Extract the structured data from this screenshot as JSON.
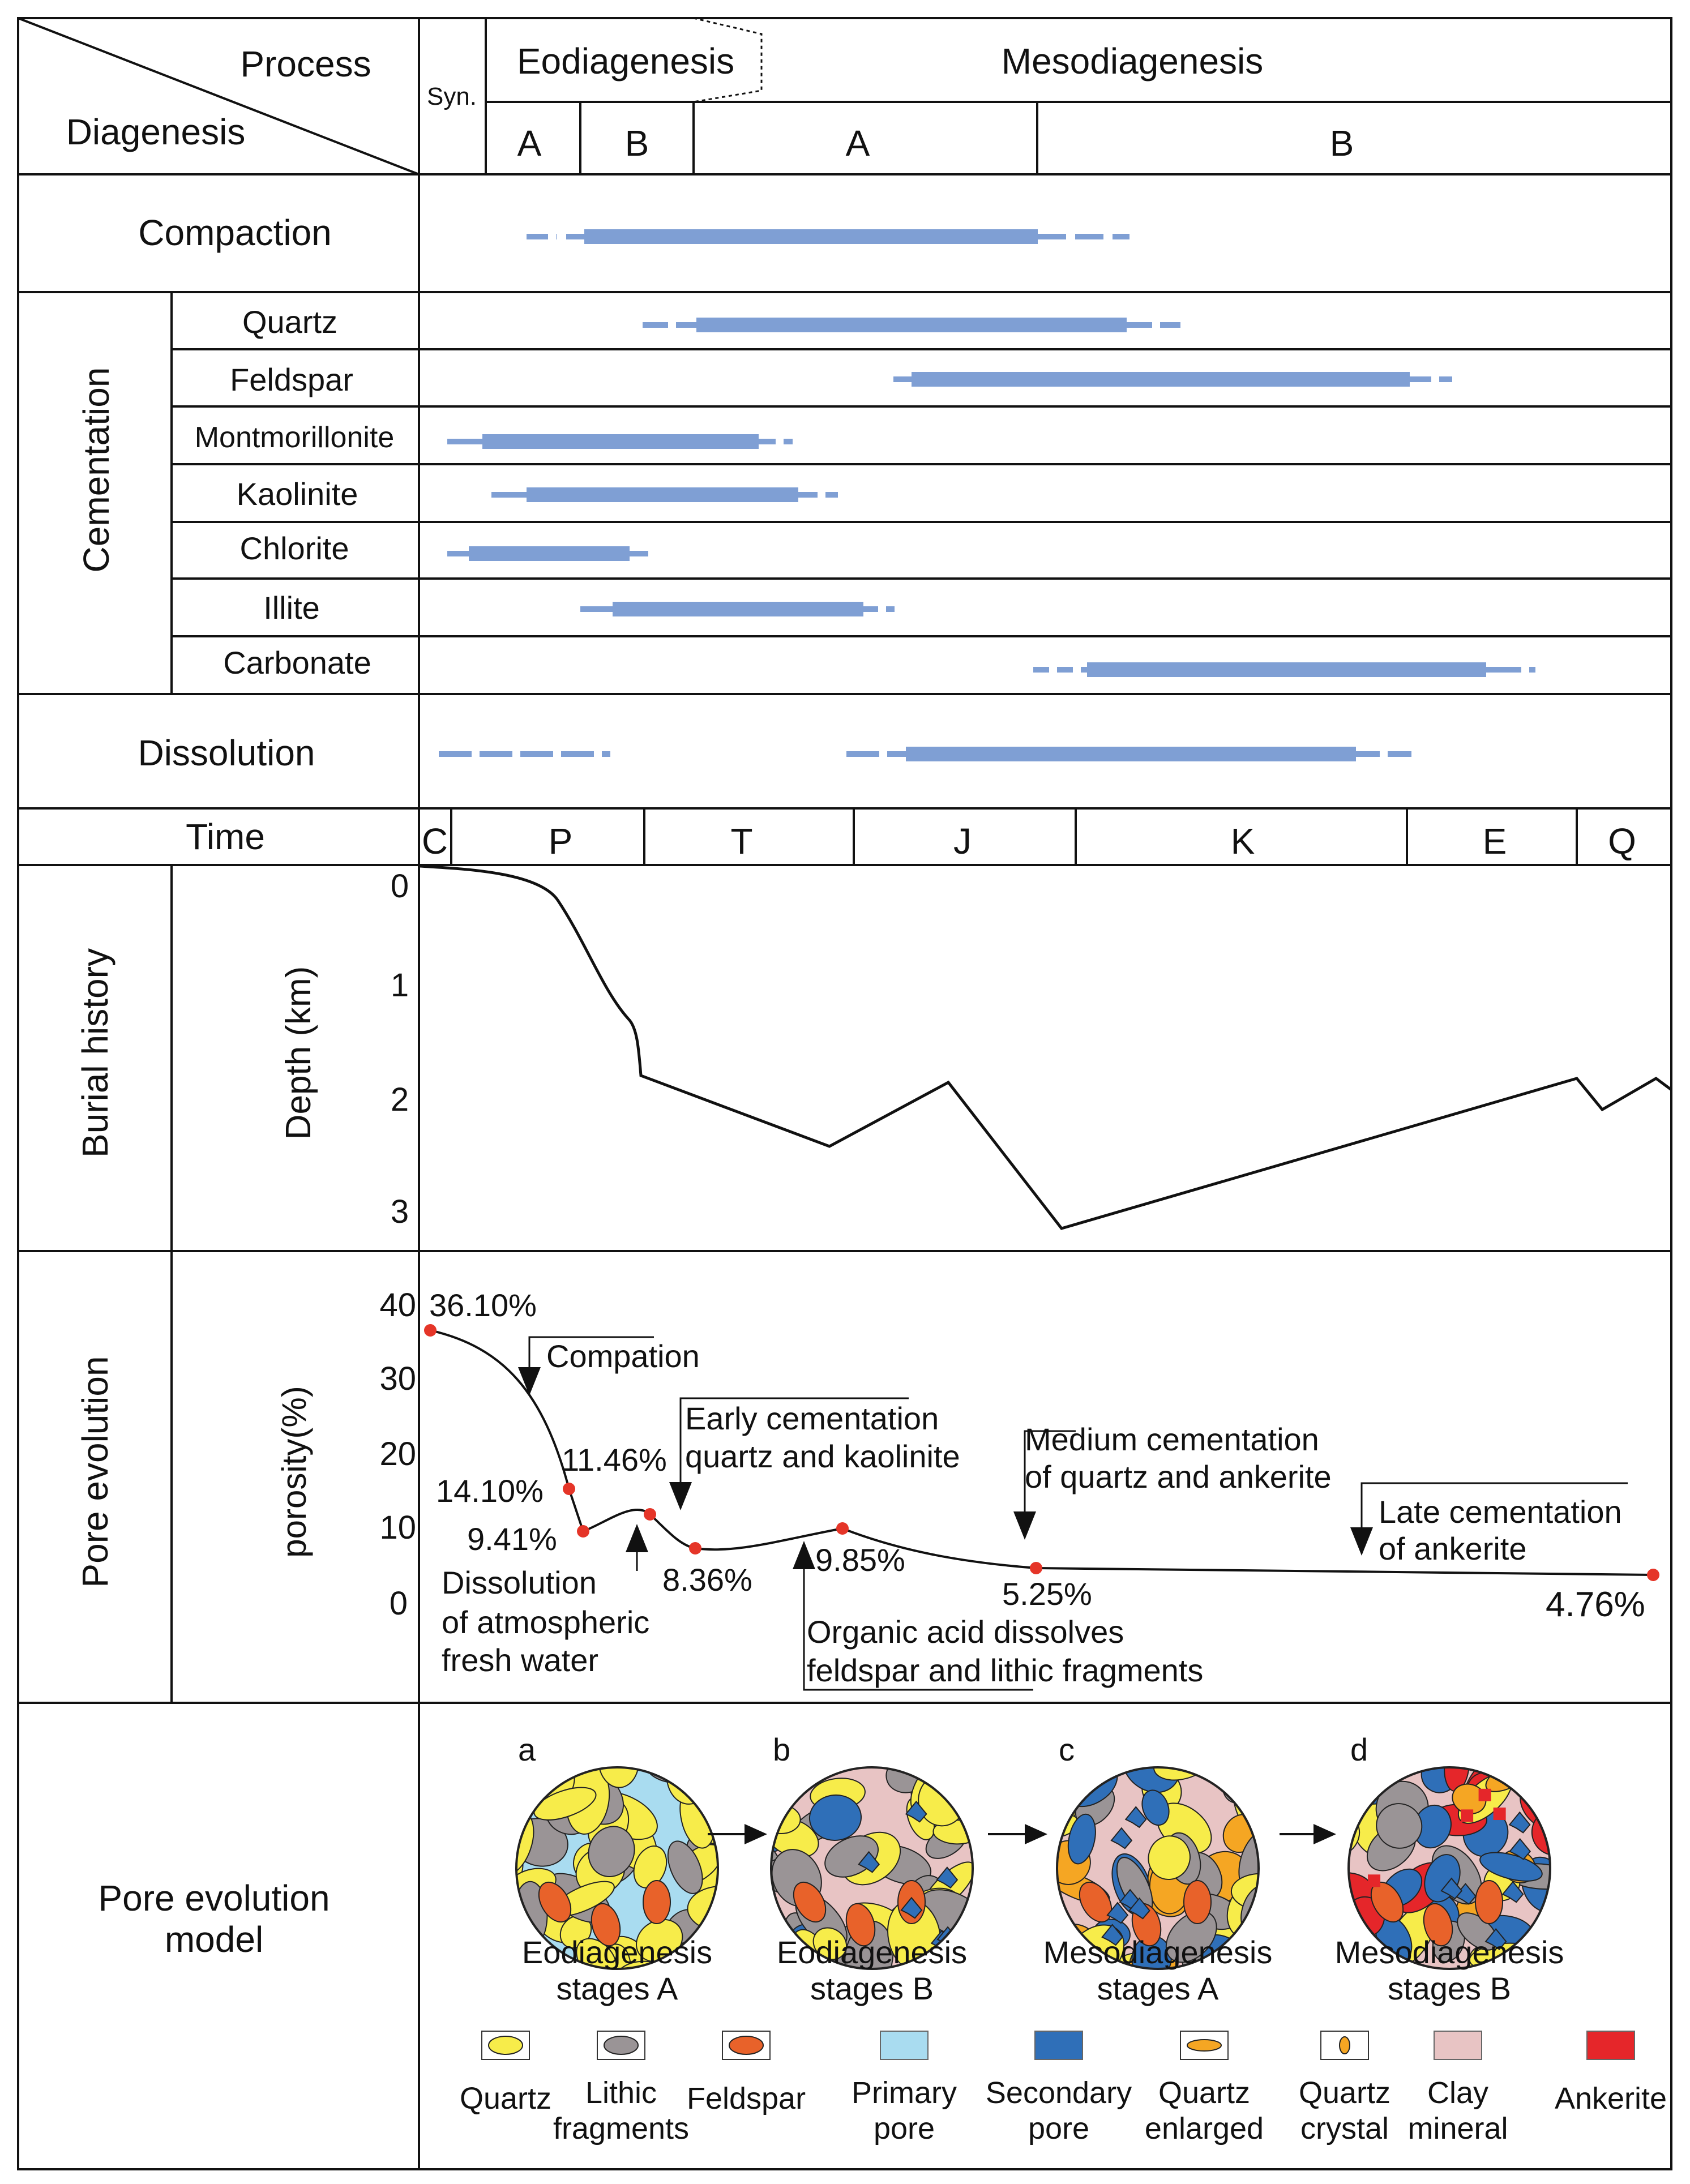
{
  "header": {
    "process": "Process",
    "diagenesis": "Diagenesis",
    "syn": "Syn.",
    "eodiagenesis": "Eodiagenesis",
    "mesodiagenesis": "Mesodiagenesis",
    "eo_a": "A",
    "eo_b": "B",
    "meso_a": "A",
    "meso_b": "B"
  },
  "compaction_label": "Compaction",
  "cementation_label": "Cementation",
  "cement_rows": [
    "Quartz",
    "Feldspar",
    "Montmorillonite",
    "Kaolinite",
    "Chlorite",
    "Illite",
    "Carbonate"
  ],
  "dissolution_label": "Dissolution",
  "time": {
    "label": "Time",
    "periods": [
      "C",
      "P",
      "T",
      "J",
      "K",
      "E",
      "Q"
    ]
  },
  "burial": {
    "section_label": "Burial history",
    "axis_label": "Depth (km)",
    "ticks": [
      "0",
      "1",
      "2",
      "3"
    ]
  },
  "pore": {
    "section_label": "Pore evolution",
    "axis_label": "porosity(%)",
    "ticks": [
      "40",
      "30",
      "20",
      "10",
      "0"
    ],
    "values": [
      "36.10%",
      "14.10%",
      "11.46%",
      "9.41%",
      "8.36%",
      "9.85%",
      "5.25%",
      "4.76%"
    ],
    "annotations": {
      "compation": "Compation",
      "early_1": "Early cementation",
      "early_2": "quartz and kaolinite",
      "medium_1": "Medium cementation",
      "medium_2": "of quartz and ankerite",
      "late_1": "Late cementation",
      "late_2": "of ankerite",
      "dissolution_1": "Dissolution",
      "dissolution_2": "of atmospheric",
      "dissolution_3": "fresh water",
      "organic_1": "Organic acid dissolves",
      "organic_2": "feldspar and lithic fragments"
    }
  },
  "model": {
    "label_1": "Pore evolution",
    "label_2": "model",
    "panels": [
      {
        "letter": "a",
        "line1": "Eodiagenesis",
        "line2": "stages A"
      },
      {
        "letter": "b",
        "line1": "Eodiagenesis",
        "line2": "stages B"
      },
      {
        "letter": "c",
        "line1": "Mesodiagenesis",
        "line2": "stages A"
      },
      {
        "letter": "d",
        "line1": "Mesodiagenesis",
        "line2": "stages B"
      }
    ],
    "legend": [
      {
        "line1": "Quartz",
        "line2": ""
      },
      {
        "line1": "Lithic",
        "line2": "fragments"
      },
      {
        "line1": "Feldspar",
        "line2": ""
      },
      {
        "line1": "Primary",
        "line2": "pore"
      },
      {
        "line1": "Secondary",
        "line2": "pore"
      },
      {
        "line1": "Quartz",
        "line2": "enlarged"
      },
      {
        "line1": "Quartz",
        "line2": "crystal"
      },
      {
        "line1": "Clay",
        "line2": "mineral"
      },
      {
        "line1": "Ankerite",
        "line2": ""
      }
    ]
  },
  "colors": {
    "bar": "#7f9fd4",
    "curve": "#111111",
    "point": "#e53528",
    "quartz": "#f7ec4a",
    "lithic": "#9a9496",
    "feldspar": "#e8622a",
    "primary_pore": "#a9dcf0",
    "secondary_pore": "#2f6fb8",
    "quartz_enlarged": "#f5a623",
    "clay": "#e8c4c4",
    "ankerite": "#e5262a"
  }
}
